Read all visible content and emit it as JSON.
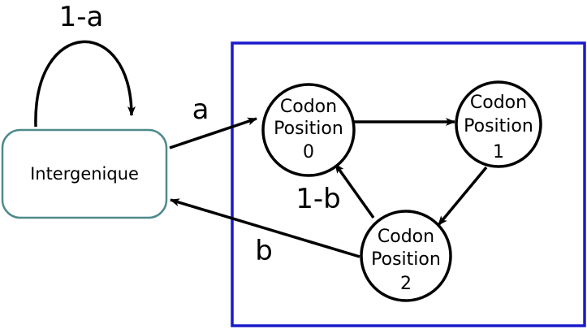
{
  "colors": {
    "box": "#1a1acc",
    "intergenique_border": "#4f8a8b",
    "stroke": "#000000",
    "background": "#ffffff"
  },
  "intergenique": {
    "label": "Intergenique"
  },
  "codon_nodes": [
    {
      "line1": "Codon",
      "line2": "Position",
      "line3": "0"
    },
    {
      "line1": "Codon",
      "line2": "Position",
      "line3": "1"
    },
    {
      "line1": "Codon",
      "line2": "Position",
      "line3": "2"
    }
  ],
  "edge_labels": {
    "self_loop": "1-a",
    "enter": "a",
    "loop_back": "1-b",
    "exit": "b"
  }
}
